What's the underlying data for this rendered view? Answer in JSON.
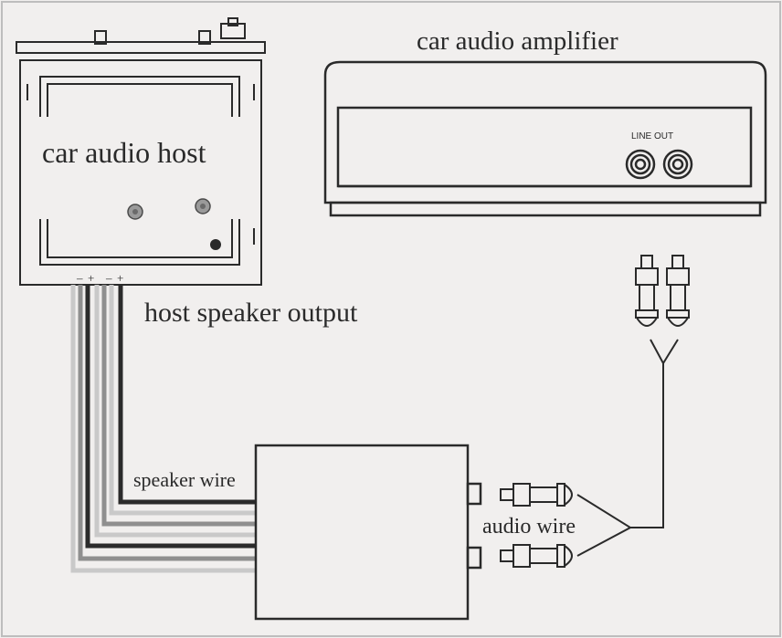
{
  "labels": {
    "host": "car audio host",
    "amplifier": "car audio amplifier",
    "host_output": "host speaker output",
    "line_out": "LINE OUT",
    "speaker_wire": "speaker wire",
    "audio_wire": "audio wire",
    "polarity": [
      "–",
      "+",
      "–",
      "+"
    ]
  },
  "colors": {
    "background": "#f1efee",
    "ink": "#2a2a2a",
    "wire_dark": "#2b2b2b",
    "wire_gray": "#8f8f8f",
    "wire_light": "#c9c9c9"
  }
}
